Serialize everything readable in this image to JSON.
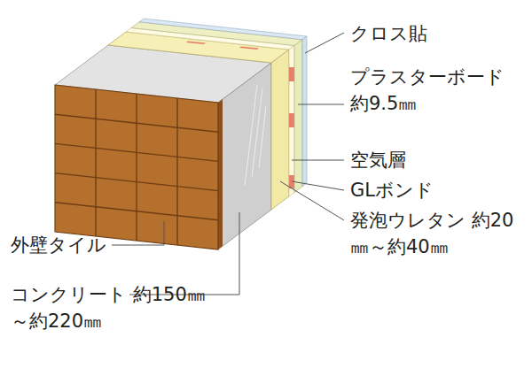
{
  "diagram": {
    "labels": [
      "クロス貼",
      "プラスターボード 約9.5㎜",
      "空気層",
      "GLボンド",
      "発泡ウレタン 約20㎜～約40㎜",
      "外壁タイル",
      "コンクリート 約150㎜～約220㎜"
    ]
  }
}
